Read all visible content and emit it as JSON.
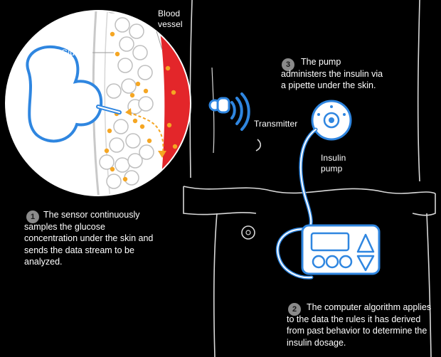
{
  "labels": {
    "blood_vessel": "Blood vessel",
    "glucose": "Glucose",
    "transmitter": "Transmitter",
    "insulin_pump": "Insulin pump"
  },
  "steps": [
    {
      "number": "1",
      "text": "The sensor continuously samples the glucose concentration under the skin and sends the data stream to be analyzed."
    },
    {
      "number": "2",
      "text": "The computer algorithm applies to the data the rules it has derived from past behavior to determine the insulin dosage."
    },
    {
      "number": "3",
      "text": "The pump administers the insulin via a pipette under the skin."
    }
  ],
  "colors": {
    "background": "#000000",
    "blood": "#e3262a",
    "glucose": "#f5a623",
    "device_blue": "#2f86e0",
    "badge": "#8a8a8a"
  }
}
